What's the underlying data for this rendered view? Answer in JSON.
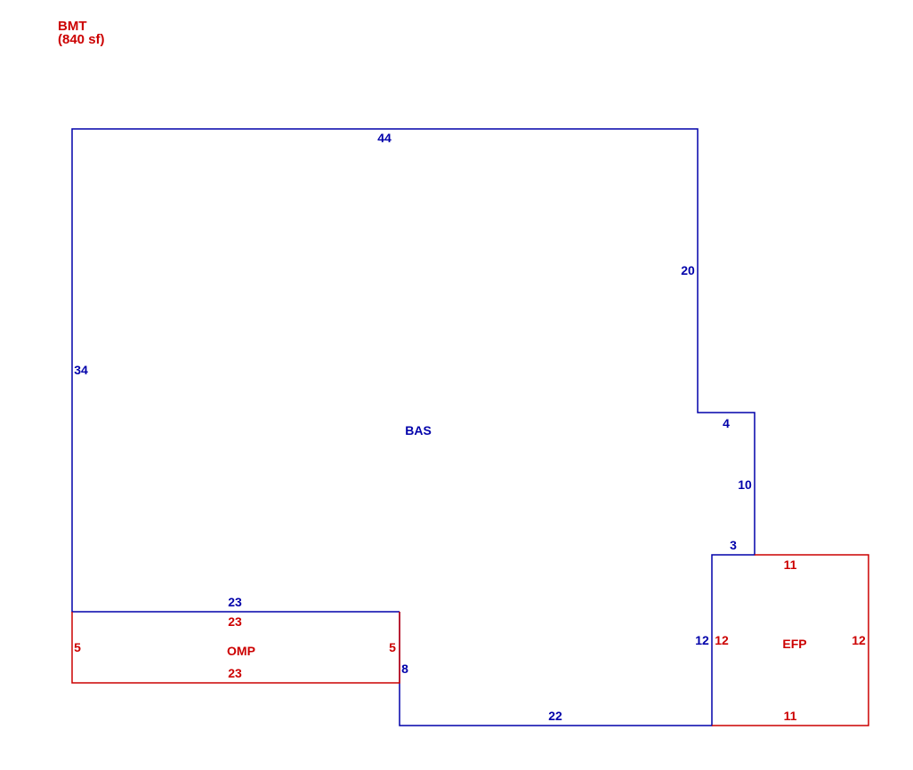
{
  "header": {
    "title": "BMT",
    "subtitle": "(840 sf)",
    "color": "#cc0000"
  },
  "colors": {
    "bas": "#0000aa",
    "addon": "#cc0000"
  },
  "areas": {
    "bas": {
      "name": "BAS",
      "dims": {
        "top": "44",
        "right_upper": "20",
        "left": "34",
        "step_top": "4",
        "step_right": "10",
        "step_bottom": "3",
        "right_lower": "12",
        "bottom": "22",
        "notch_right": "8",
        "notch_top": "23"
      }
    },
    "omp": {
      "name": "OMP",
      "dims": {
        "top": "23",
        "left": "5",
        "right": "5",
        "bottom": "23"
      }
    },
    "efp": {
      "name": "EFP",
      "dims": {
        "top": "11",
        "left": "12",
        "right": "12",
        "bottom": "11"
      }
    }
  }
}
